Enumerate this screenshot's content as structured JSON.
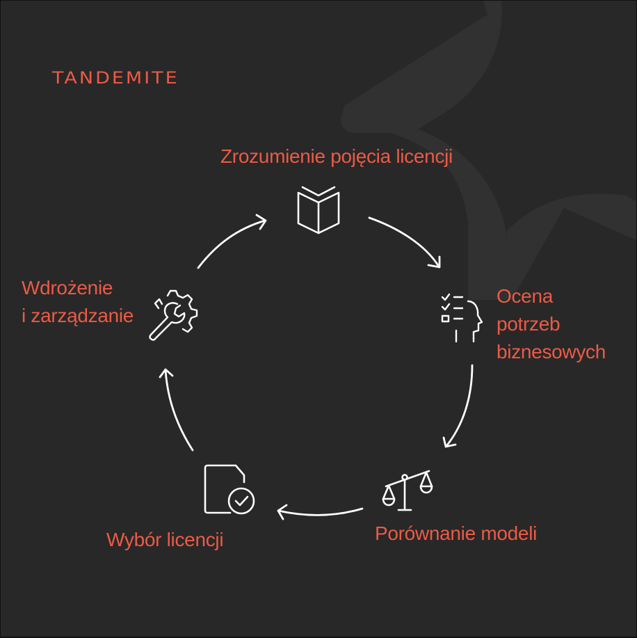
{
  "brand": {
    "logo_text": "TANDEMITE",
    "accent_color": "#ee5a45",
    "background_color": "#282828",
    "watermark_color": "#313131",
    "icon_color": "#ffffff"
  },
  "cycle": {
    "direction": "clockwise",
    "steps": [
      {
        "id": "step-1",
        "icon": "open-book-icon",
        "lines": [
          "Zrozumienie pojęcia licencji"
        ]
      },
      {
        "id": "step-2",
        "icon": "checklist-head-icon",
        "lines": [
          "Ocena",
          "potrzeb",
          "biznesowych"
        ]
      },
      {
        "id": "step-3",
        "icon": "balance-scale-icon",
        "lines": [
          "Porównanie modeli"
        ]
      },
      {
        "id": "step-4",
        "icon": "document-check-icon",
        "lines": [
          "Wybór licencji"
        ]
      },
      {
        "id": "step-5",
        "icon": "gear-wrench-icon",
        "lines": [
          "Wdrożenie",
          "i zarządzanie"
        ]
      }
    ],
    "arrows": [
      {
        "from": "step-5",
        "to": "step-1"
      },
      {
        "from": "step-1",
        "to": "step-2"
      },
      {
        "from": "step-2",
        "to": "step-3"
      },
      {
        "from": "step-3",
        "to": "step-4"
      },
      {
        "from": "step-4",
        "to": "step-5"
      }
    ]
  }
}
